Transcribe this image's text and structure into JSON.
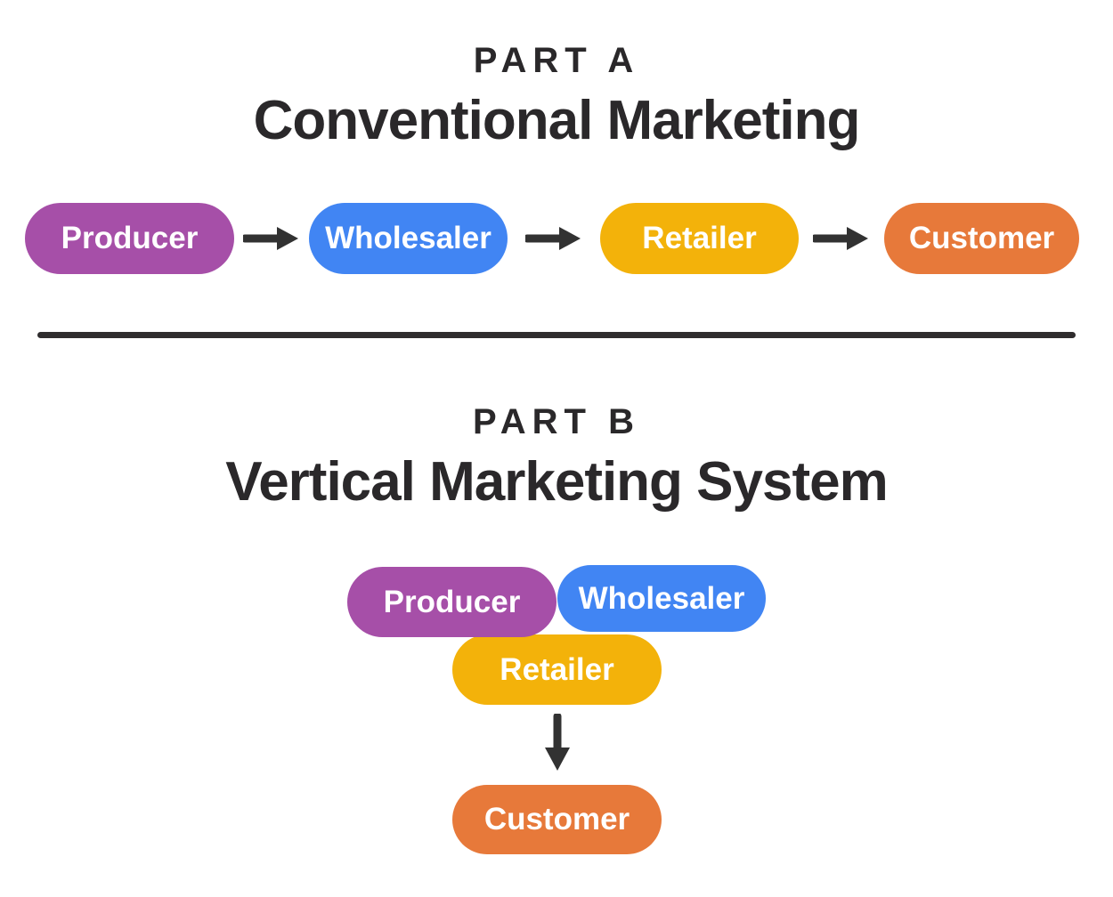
{
  "part_a": {
    "kicker": "PART A",
    "title": "Conventional Marketing",
    "nodes": [
      {
        "label": "Producer",
        "color": "#a64fa8"
      },
      {
        "label": "Wholesaler",
        "color": "#4185f3"
      },
      {
        "label": "Retailer",
        "color": "#f3b20a"
      },
      {
        "label": "Customer",
        "color": "#e7793a"
      }
    ]
  },
  "part_b": {
    "kicker": "PART B",
    "title": "Vertical Marketing System",
    "nodes": [
      {
        "label": "Producer",
        "color": "#a64fa8"
      },
      {
        "label": "Wholesaler",
        "color": "#4185f3"
      },
      {
        "label": "Retailer",
        "color": "#f3b20a"
      },
      {
        "label": "Customer",
        "color": "#e7793a"
      }
    ]
  },
  "colors": {
    "heading_text": "#2a282a",
    "arrow": "#323232",
    "divider": "#2f2d2e",
    "pill_text": "#ffffff",
    "background": "#ffffff"
  }
}
